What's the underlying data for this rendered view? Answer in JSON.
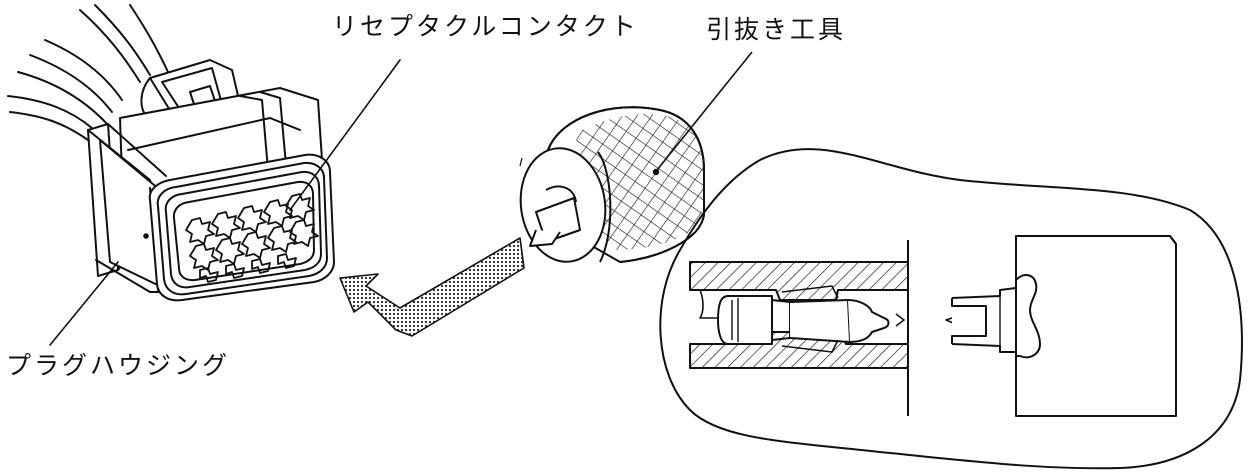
{
  "labels": {
    "receptacle_contact": "リセプタクルコンタクト",
    "extraction_tool": "引抜き工具",
    "plug_housing": "プラグハウジング"
  },
  "colors": {
    "ink": "#111111",
    "background": "#ffffff"
  }
}
